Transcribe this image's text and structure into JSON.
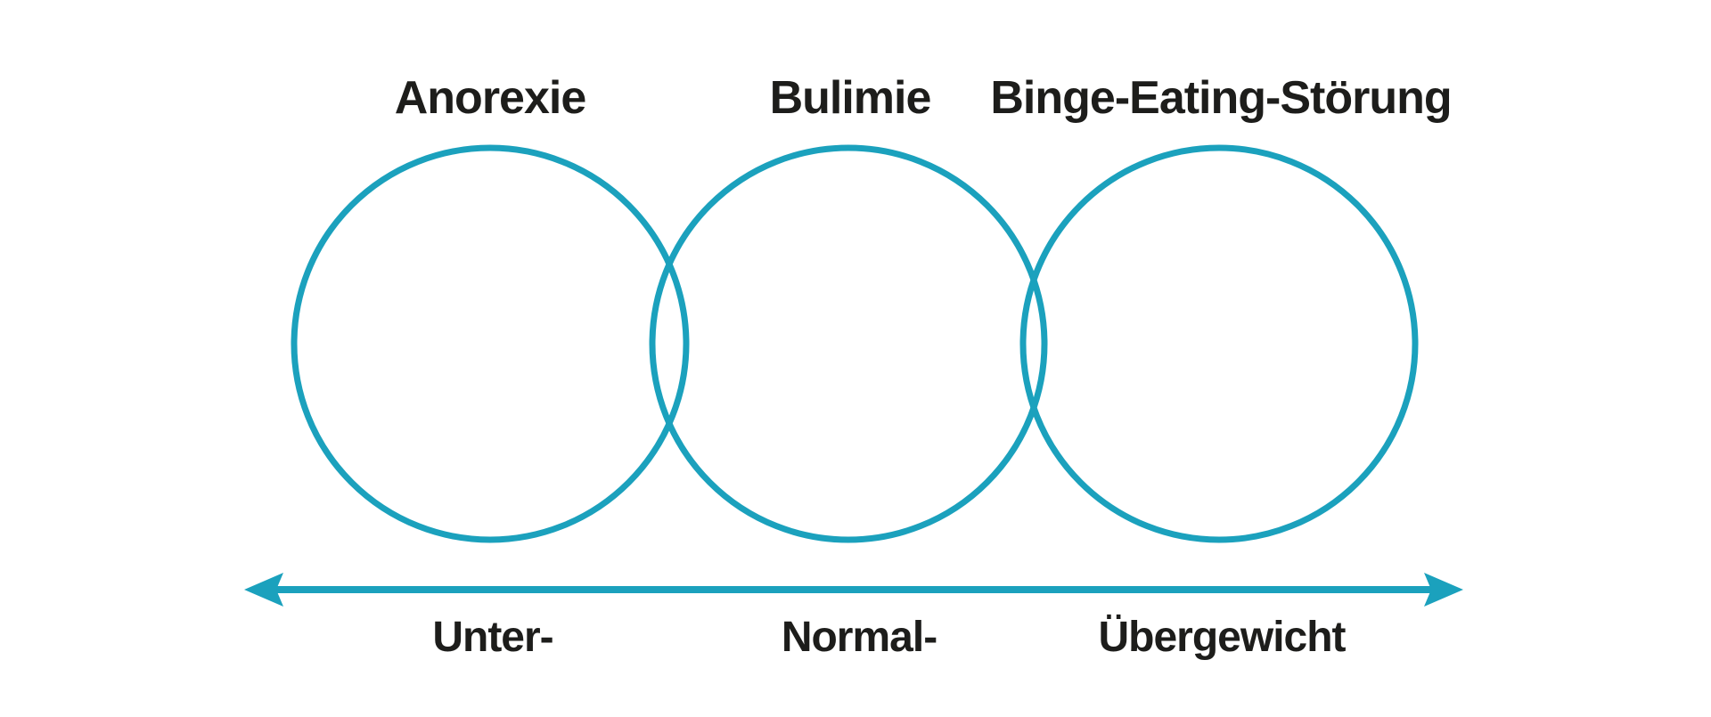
{
  "colors": {
    "accent": "#1BA1BD",
    "text": "#1D1D1B",
    "background": "#FFFFFF"
  },
  "diagram": {
    "disorders": [
      {
        "label": "Anorexie"
      },
      {
        "label": "Bulimie"
      },
      {
        "label": "Binge-Eating-Störung"
      }
    ],
    "axis": {
      "direction": "bidirectional",
      "labels": [
        {
          "text": "Unter-"
        },
        {
          "text": "Normal-"
        },
        {
          "text": "Übergewicht"
        }
      ]
    }
  }
}
